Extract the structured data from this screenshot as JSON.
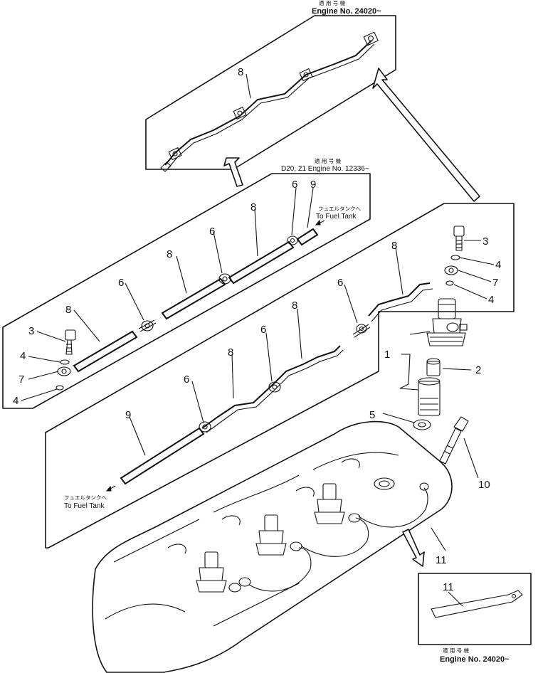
{
  "notes": {
    "top_inset_jp": "適 用 号 機",
    "top_inset_engine": "Engine No. 24020~",
    "mid_panel_jp": "適 用 号 機",
    "mid_panel_engine": "D20, 21 Engine No. 12336~",
    "fuel_tank_jp": "フュエルタンクへ",
    "fuel_tank_en": "To Fuel Tank",
    "bottom_inset_jp": "適 用 号 機",
    "bottom_inset_engine": "Engine No. 24020~"
  },
  "labels": {
    "1": "1",
    "2": "2",
    "3": "3",
    "4": "4",
    "5": "5",
    "6": "6",
    "7": "7",
    "8": "8",
    "9": "9",
    "10": "10",
    "11": "11"
  }
}
